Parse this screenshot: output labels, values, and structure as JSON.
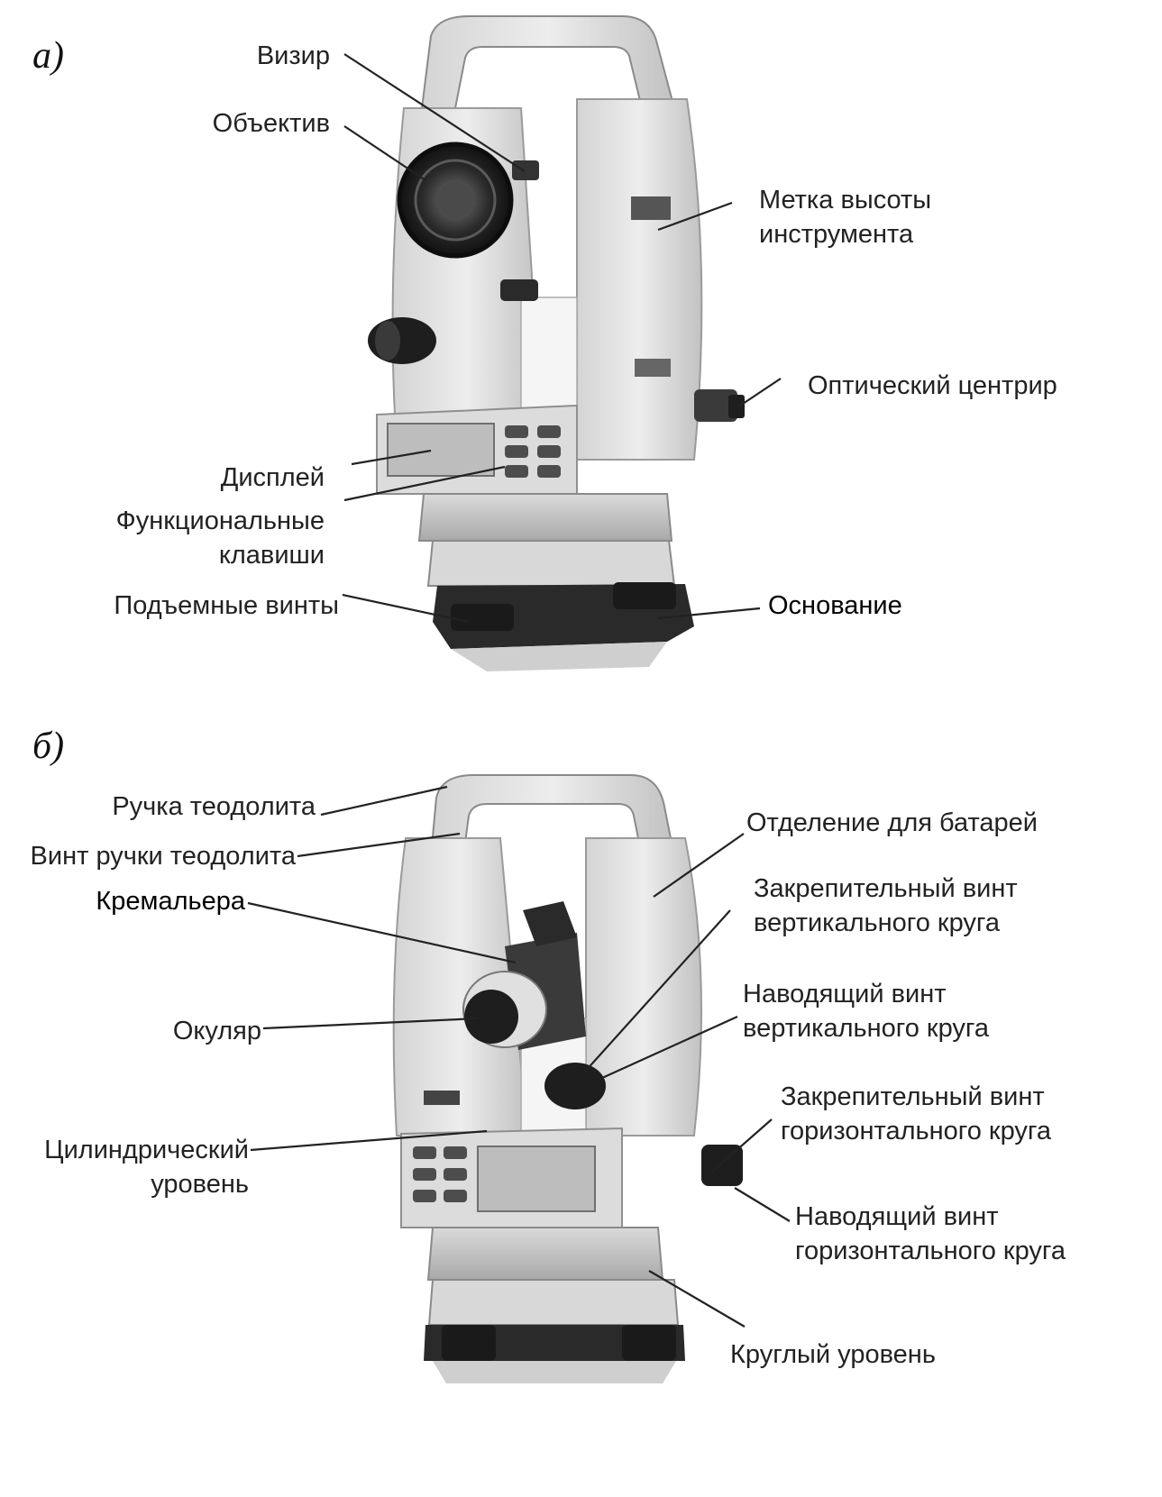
{
  "panel_a": {
    "tag": "а)",
    "labels": {
      "vizir": "Визир",
      "obektiv": "Объектив",
      "metka_line1": "Метка высоты",
      "metka_line2": "инструмента",
      "opt_centrir": "Оптический центрир",
      "display": "Дисплей",
      "func_line1": "Функциональные",
      "func_line2": "клавиши",
      "podem_vinty": "Подъемные винты",
      "osnovanie": "Основание"
    }
  },
  "panel_b": {
    "tag": "б)",
    "labels": {
      "ruchka": "Ручка теодолита",
      "vint_ruchki": "Винт ручки теодолита",
      "kremaliera": "Кремальера",
      "okular": "Окуляр",
      "cil_line1": "Цилиндрический",
      "cil_line2": "уровень",
      "batarei": "Отделение для батарей",
      "zakr_vert_line1": "Закрепительный винт",
      "zakr_vert_line2": "вертикального круга",
      "nav_vert_line1": "Наводящий винт",
      "nav_vert_line2": "вертикального круга",
      "zakr_gor_line1": "Закрепительный винт",
      "zakr_gor_line2": "горизонтального круга",
      "nav_gor_line1": "Наводящий винт",
      "nav_gor_line2": "горизонтального круга",
      "krugly": "Круглый уровень"
    }
  },
  "colors": {
    "body_light": "#e6e6e6",
    "body_mid": "#cfcfcf",
    "body_dark": "#9a9a9a",
    "knob": "#1e1e1e",
    "leader": "#222222"
  }
}
